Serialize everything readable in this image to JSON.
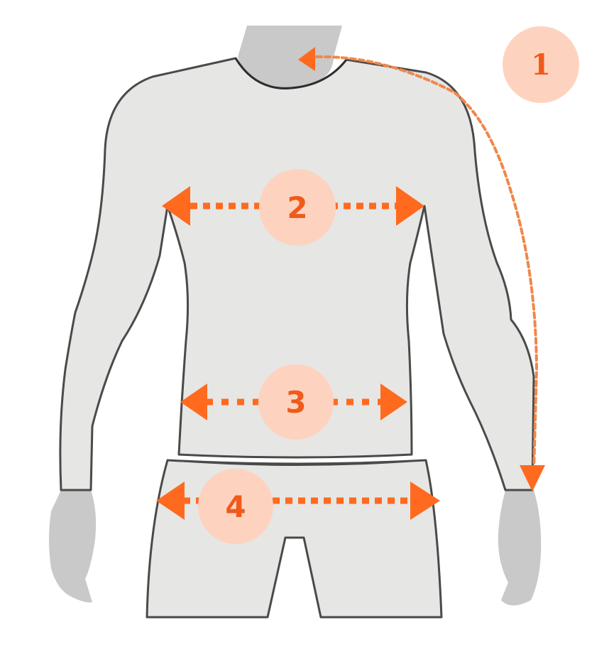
{
  "diagram": {
    "subject": "Body measurement guide",
    "colors": {
      "background": "#ffffff",
      "garment_fill": "#e6e6e4",
      "skin_fill": "#c8c8c8",
      "outline": "#4a4a4a",
      "accent": "#ff6a1f",
      "badge_fill": "#fdd3c0",
      "badge_text": "#f05a1a"
    },
    "markers": [
      {
        "number": "1",
        "measurement": "sleeve length (neck to wrist)",
        "type": "curved dashed arrow"
      },
      {
        "number": "2",
        "measurement": "chest",
        "type": "horizontal double arrow"
      },
      {
        "number": "3",
        "measurement": "waist",
        "type": "horizontal double arrow"
      },
      {
        "number": "4",
        "measurement": "hips",
        "type": "horizontal double arrow"
      }
    ]
  }
}
